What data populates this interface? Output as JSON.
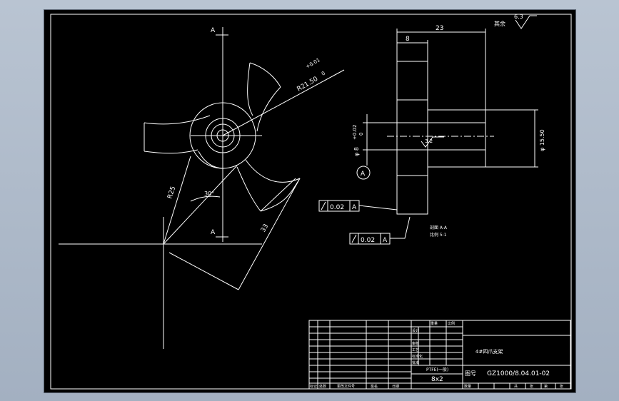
{
  "labels": {
    "section_top": "A",
    "section_bottom": "A",
    "radius_tol_upper": "+0.01",
    "radius_tol_lower": "0",
    "radius": "R21.50",
    "r25": "R25",
    "angle": "30°",
    "dim33": "33",
    "dim23": "23",
    "dim8": "8",
    "roughness_label": "其余",
    "roughness_value": "6.3",
    "bore_tol_upper": "+0.02",
    "bore_tol_lower": "0",
    "bore_dia": "φ 8",
    "dia_outer": "φ 15.50",
    "datum": "A",
    "inner_roughness": "3.2",
    "gdt1_tol": "0.02",
    "gdt1_datum": "A",
    "gdt2_tol": "0.02",
    "gdt2_datum": "A",
    "section_note_1": "剖面 A-A",
    "section_note_2": "比例 5:1"
  },
  "title_block": {
    "part_name": "4#四爪支架",
    "drawing_no_label": "图号",
    "drawing_no": "GZ1000/8.04.01-02",
    "material": "PTFE(一般)",
    "spec": "8x2",
    "hdr_mark": "标记",
    "hdr_count": "处数",
    "hdr_doc": "更改文件号",
    "hdr_sign": "签名",
    "hdr_date": "日期",
    "row_design": "设计",
    "row_check": "审核",
    "row_process": "工艺",
    "row_std": "标准化",
    "row_approve": "批准",
    "weight_label": "重量",
    "scale_label": "比例",
    "qty_label": "数量",
    "bottom_1": "共",
    "bottom_2": "张",
    "bottom_3": "第",
    "bottom_4": "张"
  }
}
